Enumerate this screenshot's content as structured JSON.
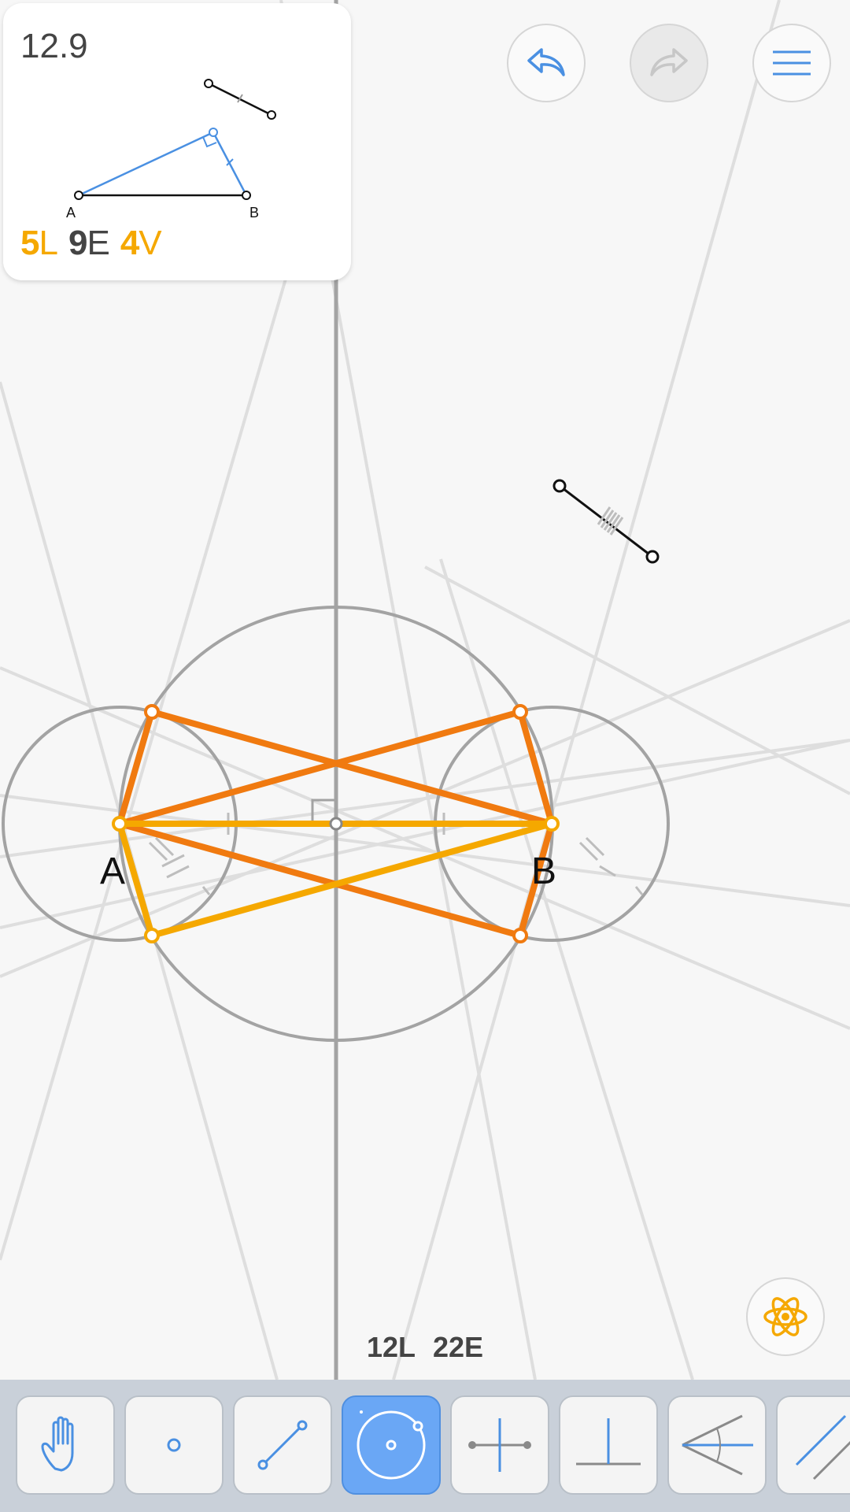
{
  "level": {
    "number": "12.9",
    "goal_label_a": "A",
    "goal_label_b": "B"
  },
  "score": {
    "lines_num": "5",
    "lines_unit": "L",
    "euclid_num": "9",
    "euclid_unit": "E",
    "vector_num": "4",
    "vector_unit": "V"
  },
  "board": {
    "point_a_label": "A",
    "point_b_label": "B"
  },
  "moves": {
    "lines": "12L",
    "euclid": "22E"
  },
  "top_buttons": [
    {
      "name": "undo",
      "icon": "undo-icon",
      "enabled": true
    },
    {
      "name": "redo",
      "icon": "redo-icon",
      "enabled": false
    },
    {
      "name": "menu",
      "icon": "menu-icon",
      "enabled": true
    }
  ],
  "toolbar": {
    "active_tool": "circle",
    "tools": [
      {
        "name": "move",
        "icon": "hand-icon"
      },
      {
        "name": "point",
        "icon": "point-icon"
      },
      {
        "name": "line",
        "icon": "line-icon"
      },
      {
        "name": "circle",
        "icon": "circle-icon"
      },
      {
        "name": "perpendicular-bisector",
        "icon": "bisector-icon"
      },
      {
        "name": "perpendicular",
        "icon": "perpendicular-icon"
      },
      {
        "name": "angle-bisector",
        "icon": "angle-bisector-icon"
      },
      {
        "name": "parallel",
        "icon": "parallel-icon"
      }
    ]
  },
  "colors": {
    "orange": "#f07a10",
    "yellow": "#f5a800",
    "accent_blue": "#4a90e2",
    "construction_gray": "#a3a3a3",
    "guide_gray": "#dedede",
    "active_tool": "#6aa7f5"
  }
}
